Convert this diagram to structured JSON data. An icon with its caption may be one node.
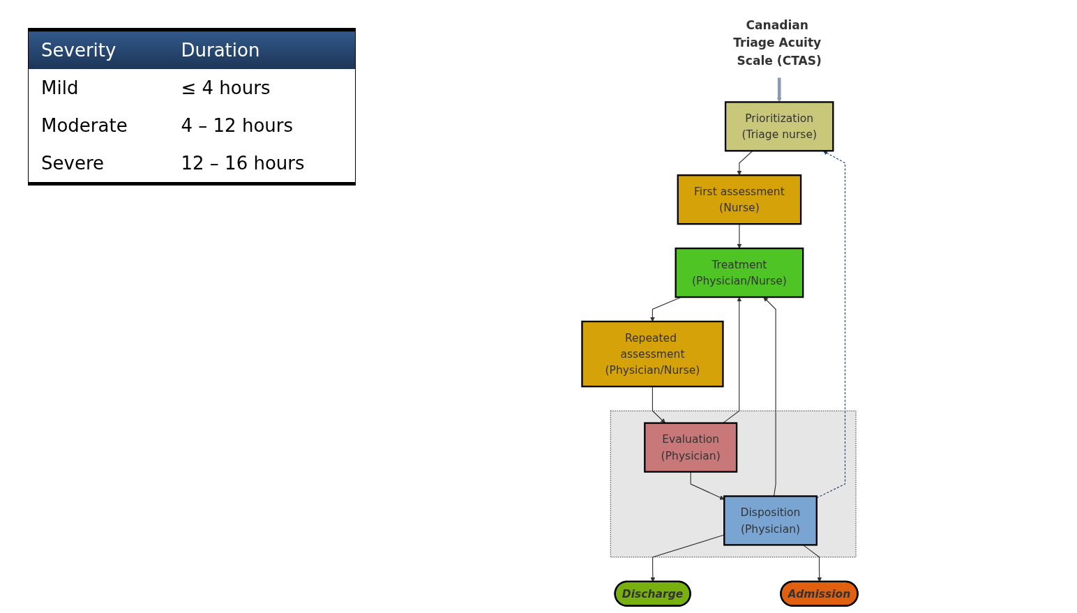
{
  "diagram": {
    "nodes": [
      {
        "text": [
          "Canadian Triage Acuity Scale (CTAS)"
        ]
      },
      {
        "text": [
          "Prioritization",
          "(Triage nurse)"
        ]
      },
      {
        "text": [
          "First assessment",
          "(Nurse)"
        ]
      },
      {
        "text": [
          "Treatment",
          "(Physician/Nurse)"
        ]
      },
      {
        "text": [],
        "shape": "box"
      },
      {
        "text": [
          "Evaluation",
          "(Physician)"
        ],
        "in": 4
      },
      {
        "text": [
          "Disposition",
          "(Physician)"
        ],
        "in": 4
      },
      {
        "text": [
          "Repeated assessment",
          "(Physician/Nurse)"
        ]
      },
      {
        "text": [
          "Discharge"
        ]
      },
      {
        "text": [
          "Admission"
        ]
      }
    ],
    "edges": [
      {
        "from": 0,
        "to": 1,
        "arrow": "to",
        "style": "thick",
        "color": "#8a9bb0"
      },
      {
        "from": 1,
        "to": 2,
        "arrow": "to"
      },
      {
        "from": 2,
        "to": 3,
        "arrow": "to"
      },
      {
        "from": 3,
        "to": 7,
        "arrow": "to"
      },
      {
        "from": 7,
        "to": 5,
        "arrow": "to"
      },
      {
        "from": 5,
        "to": 6,
        "arrow": "to"
      },
      {
        "from": 5,
        "to": 3,
        "arrow": "to"
      },
      {
        "from": 6,
        "to": 3,
        "arrow": "to"
      },
      {
        "from": 6,
        "to": 8,
        "arrow": "to"
      },
      {
        "from": 6,
        "to": 9,
        "arrow": "to"
      },
      {
        "from": 6,
        "to": 1,
        "arrow": "to",
        "style": "dashed",
        "color": "#1f3f6b"
      }
    ],
    "labels": [
      "Severity",
      "Duration",
      "Mild",
      "≤ 4 hours",
      "Moderate",
      "4 – 12 hours",
      "Severe",
      "12 – 16 hours"
    ]
  }
}
